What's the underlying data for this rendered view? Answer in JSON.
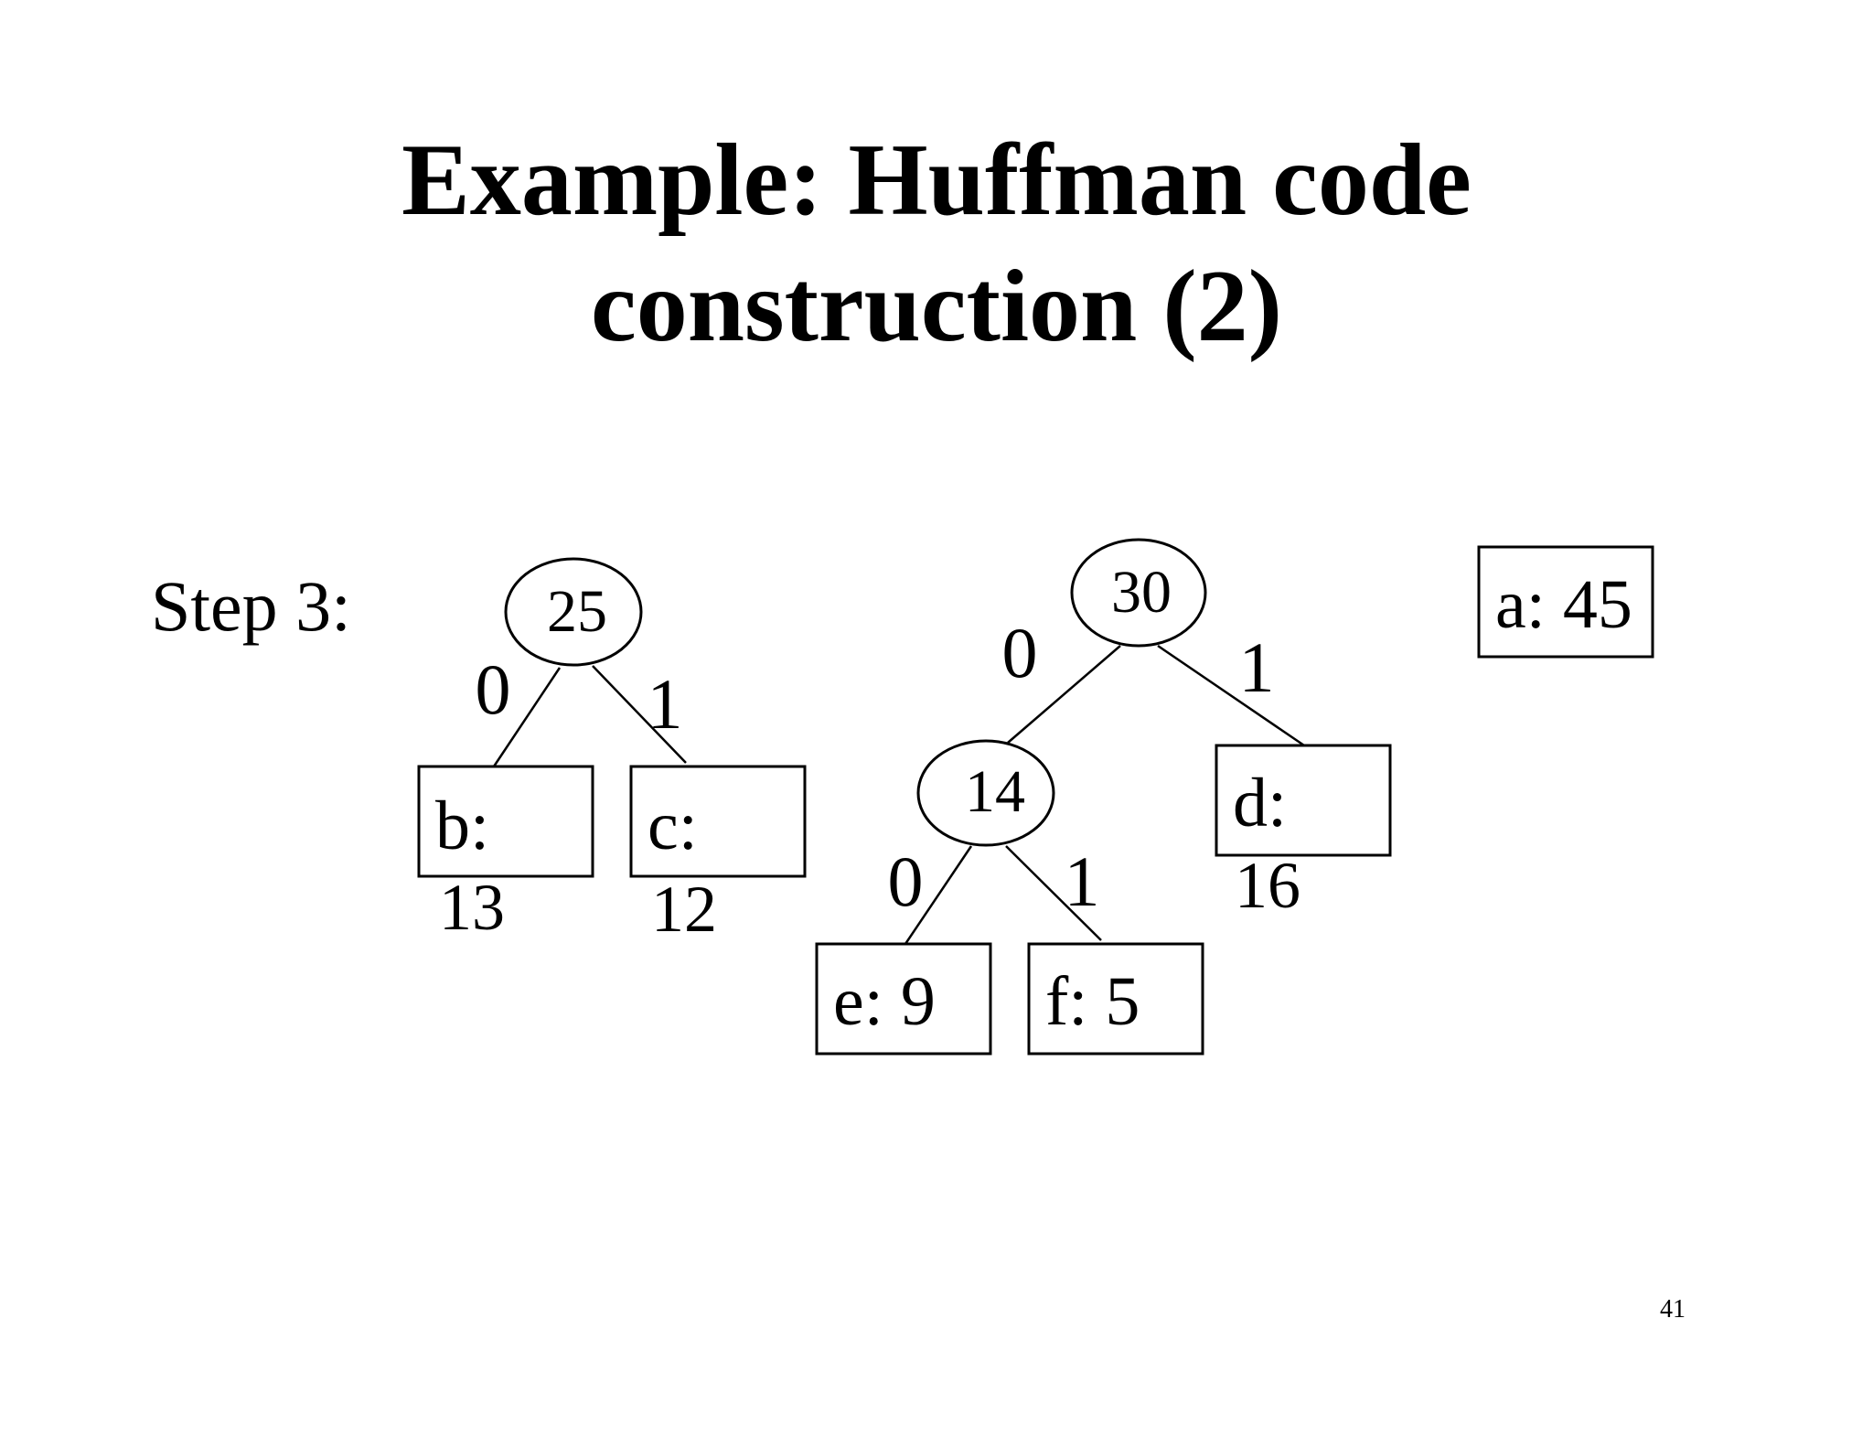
{
  "title": {
    "line1": "Example: Huffman code",
    "line2": "construction (2)"
  },
  "step_label": "Step 3:",
  "trees": {
    "tree25": {
      "root": "25",
      "edge_left": "0",
      "edge_right": "1",
      "leaf_b": "b:",
      "leaf_b_weight": "13",
      "leaf_c": "c:",
      "leaf_c_weight": "12"
    },
    "tree30": {
      "root": "30",
      "edge_left": "0",
      "edge_right": "1",
      "inner": "14",
      "inner_edge_left": "0",
      "inner_edge_right": "1",
      "leaf_e": "e: 9",
      "leaf_f": "f: 5",
      "leaf_d": "d:",
      "leaf_d_weight": "16"
    },
    "leaf_a": "a: 45"
  },
  "page_number": "41"
}
